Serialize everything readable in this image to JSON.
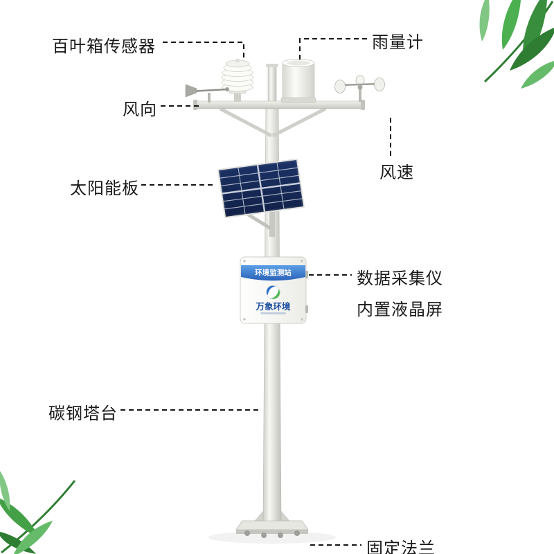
{
  "labels": {
    "louver_sensor": "百叶箱传感器",
    "rain_gauge": "雨量计",
    "wind_direction": "风向",
    "wind_speed": "风速",
    "solar_panel": "太阳能板",
    "data_logger": "数据采集仪",
    "lcd_screen": "内置液晶屏",
    "tower": "碳钢塔台",
    "flange": "固定法兰"
  },
  "control_box": {
    "banner": "环境监测站",
    "brand": "万象环境"
  },
  "colors": {
    "label_text": "#1a1a1a",
    "callout_line": "#141414",
    "leaf_green_dark": "#2e7d32",
    "leaf_green": "#4caf50",
    "leaf_green_light": "#81c784",
    "solar_cell_blue": "#16295a",
    "banner_blue": "#2f6cc4",
    "brand_blue": "#1f4fa0",
    "pole_gray": "#e9e9e4"
  }
}
